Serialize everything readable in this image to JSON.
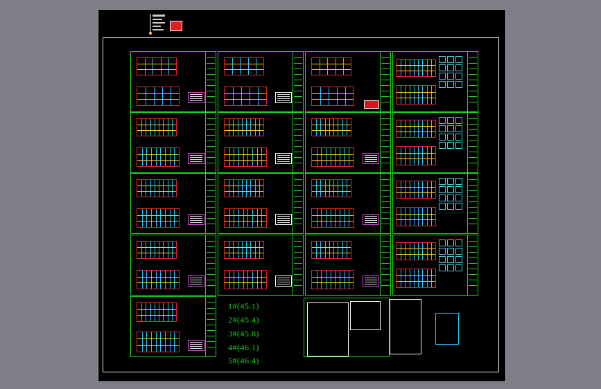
{
  "app": {
    "title": "CAD drawing overview"
  },
  "colors": {
    "background": "#000000",
    "sheet_border": "#1eda1e",
    "structure_red": "#e02828",
    "axis_cyan": "#1ec8ff",
    "dim_yellow": "#ffd21e",
    "label_green": "#1eda1e"
  },
  "building_labels": [
    "1#(45.1)",
    "2#(45.4)",
    "3#(45.8)",
    "4#(46.1)",
    "5#(46.4)"
  ]
}
